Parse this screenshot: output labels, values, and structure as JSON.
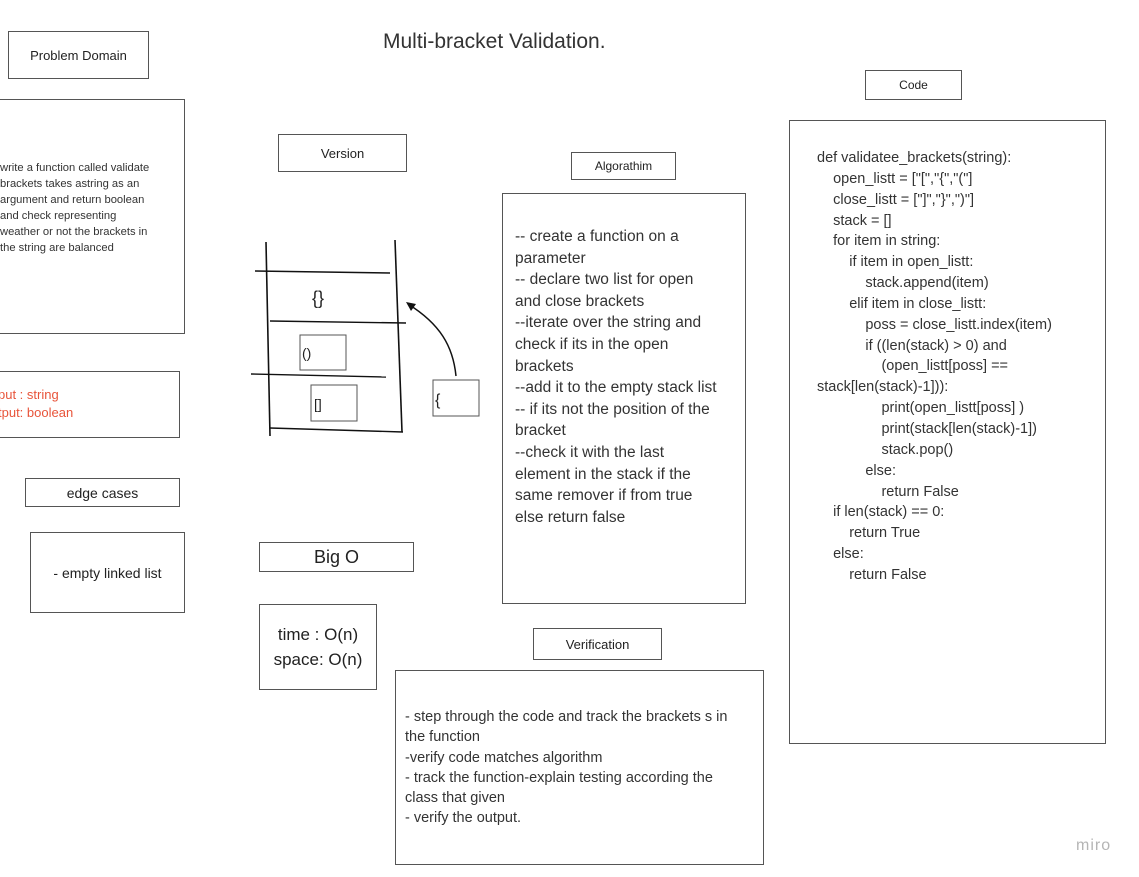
{
  "title": "Multi-bracket Validation.",
  "problem_domain": {
    "label": "Problem Domain",
    "description": [
      "write a function called validate",
      "brackets takes astring as an",
      "argument and return boolean",
      "and check representing",
      "weather or not the brackets in",
      "the string are balanced"
    ],
    "io": [
      "put : string",
      "tput: boolean"
    ],
    "io_color": "#e8543a"
  },
  "edge_cases": {
    "label": "edge cases",
    "items": [
      "- empty linked list"
    ]
  },
  "version": {
    "label": "Version",
    "stack_items": [
      "{}",
      "()",
      "[]"
    ],
    "incoming_item": "{"
  },
  "big_o": {
    "label": "Big O",
    "time": "time : O(n)",
    "space": "space: O(n)"
  },
  "algorithm": {
    "label": "Algorathim",
    "lines": [
      "-- create a function on a",
      "parameter",
      "-- declare two list for open",
      "and close brackets",
      "--iterate over the string and",
      "check if its in the open",
      "brackets",
      "--add it to the empty stack list",
      "-- if its not the position of the",
      "bracket",
      "--check it with the last",
      "element in the stack if the",
      "same remover if from true",
      "else return false"
    ]
  },
  "verification": {
    "label": "Verification",
    "lines": [
      "- step through the code and track the brackets s in",
      "the function",
      "-verify code matches algorithm",
      "- track the function-explain testing according the",
      "class that given",
      "- verify the output."
    ]
  },
  "code": {
    "label": "Code",
    "lines": [
      "def validatee_brackets(string):",
      "    open_listt = [\"[\",\"{\",\"(\"]",
      "    close_listt = [\"]\",\"}\",\")\"]",
      "    stack = []",
      "    for item in string:",
      "        if item in open_listt:",
      "            stack.append(item)",
      "        elif item in close_listt:",
      "            poss = close_listt.index(item)",
      "            if ((len(stack) > 0) and",
      "                (open_listt[poss] ==",
      "stack[len(stack)-1])):",
      "                print(open_listt[poss] )",
      "                print(stack[len(stack)-1])",
      "                stack.pop()",
      "            else:",
      "                return False",
      "    if len(stack) == 0:",
      "        return True",
      "    else:",
      "        return False"
    ]
  },
  "brand": "miro"
}
